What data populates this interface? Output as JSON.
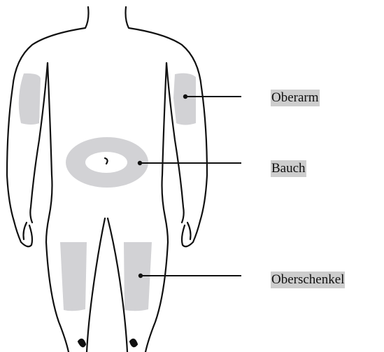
{
  "labels": {
    "upper_arm": "Oberarm",
    "abdomen": "Bauch",
    "thigh": "Oberschenkel"
  },
  "colors": {
    "outline": "#111111",
    "zone_fill": "#d2d2d5",
    "label_bg": "#cdcdcd",
    "background": "#ffffff"
  }
}
